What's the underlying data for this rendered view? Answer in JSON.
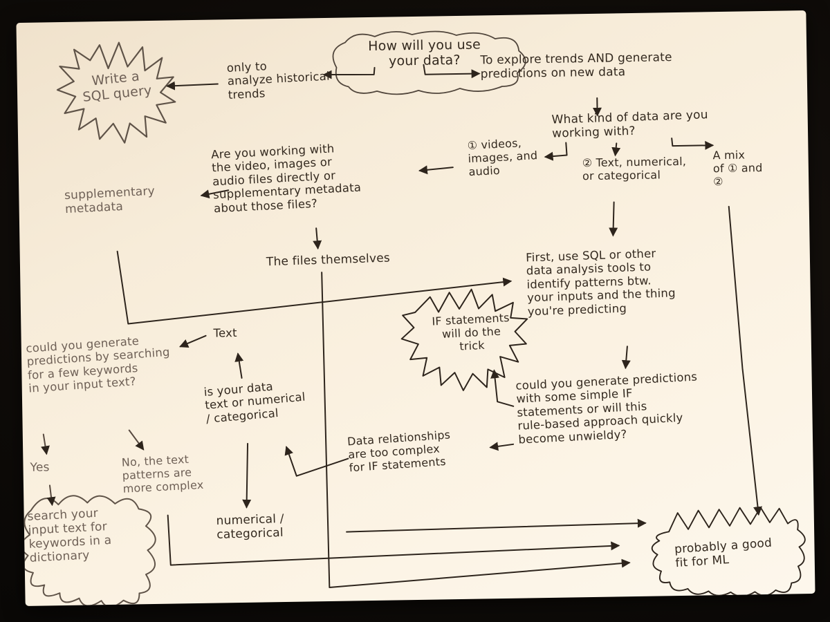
{
  "title": "Hand-drawn flowchart: will machine learning fit your data problem?",
  "nodes": {
    "write_sql": {
      "text": "Write a\nSQL query"
    },
    "how_use": {
      "text": "How will you use\nyour data?"
    },
    "only_analyze": {
      "text": "only to\nanalyze historical\ntrends"
    },
    "explore_trends": {
      "text": "To explore trends AND generate\npredictions on new data"
    },
    "what_kind": {
      "text": "What kind of data are you\nworking with?"
    },
    "videos": {
      "text": "① videos,\nimages, and\naudio"
    },
    "text_numerical": {
      "text": "② Text, numerical,\nor categorical"
    },
    "mix": {
      "text": "A mix\nof ① and\n②"
    },
    "working_with_files": {
      "text": "Are you working with\nthe video, images or\naudio files directly or\nsupplementary metadata\nabout those files?"
    },
    "supp_metadata": {
      "text": "supplementary\nmetadata"
    },
    "files_themselves": {
      "text": "The files themselves"
    },
    "first_sql": {
      "text": "First, use SQL or other\ndata analysis tools to\nidentify patterns btw.\nyour inputs and the thing\nyou're predicting"
    },
    "if_statements": {
      "text": "IF statements\nwill do the\ntrick"
    },
    "could_if": {
      "text": "could you generate predictions\nwith some simple IF\nstatements or will this\nrule-based approach quickly\nbecome unwieldy?"
    },
    "data_complex": {
      "text": "Data relationships\nare too complex\nfor IF statements"
    },
    "could_keywords": {
      "text": "could you generate\npredictions by searching\nfor a few keywords\nin your input text?"
    },
    "text_label": {
      "text": "Text"
    },
    "is_your_data": {
      "text": "is your data\ntext or numerical\n/ categorical"
    },
    "yes": {
      "text": "Yes"
    },
    "no_complex": {
      "text": "No, the text\npatterns are\nmore complex"
    },
    "search_dictionary": {
      "text": "search your\ninput text for\nkeywords in a\ndictionary"
    },
    "numerical_categorical": {
      "text": "numerical /\ncategorical"
    },
    "ml_fit": {
      "text": "probably a good\nfit for ML"
    }
  },
  "edges": [
    {
      "from": "how_use",
      "to": "only_analyze"
    },
    {
      "from": "how_use",
      "to": "explore_trends"
    },
    {
      "from": "only_analyze",
      "to": "write_sql"
    },
    {
      "from": "explore_trends",
      "to": "what_kind"
    },
    {
      "from": "what_kind",
      "to": "videos"
    },
    {
      "from": "what_kind",
      "to": "text_numerical"
    },
    {
      "from": "what_kind",
      "to": "mix"
    },
    {
      "from": "videos",
      "to": "working_with_files"
    },
    {
      "from": "working_with_files",
      "to": "supp_metadata"
    },
    {
      "from": "working_with_files",
      "to": "files_themselves"
    },
    {
      "from": "supp_metadata",
      "to": "first_sql"
    },
    {
      "from": "text_numerical",
      "to": "first_sql"
    },
    {
      "from": "mix",
      "to": "ml_fit"
    },
    {
      "from": "first_sql",
      "to": "could_if"
    },
    {
      "from": "could_if",
      "to": "if_statements"
    },
    {
      "from": "could_if",
      "to": "data_complex"
    },
    {
      "from": "data_complex",
      "to": "is_your_data"
    },
    {
      "from": "is_your_data",
      "to": "text_label"
    },
    {
      "from": "text_label",
      "to": "could_keywords"
    },
    {
      "from": "is_your_data",
      "to": "numerical_categorical"
    },
    {
      "from": "could_keywords",
      "to": "yes"
    },
    {
      "from": "could_keywords",
      "to": "no_complex"
    },
    {
      "from": "yes",
      "to": "search_dictionary"
    },
    {
      "from": "no_complex",
      "to": "ml_fit"
    },
    {
      "from": "files_themselves",
      "to": "ml_fit"
    },
    {
      "from": "numerical_categorical",
      "to": "ml_fit"
    }
  ],
  "colors": {
    "ink": "#2d241c",
    "pencil": "#6e6056",
    "paper": "#f9efdf",
    "background": "#0e0b08"
  }
}
